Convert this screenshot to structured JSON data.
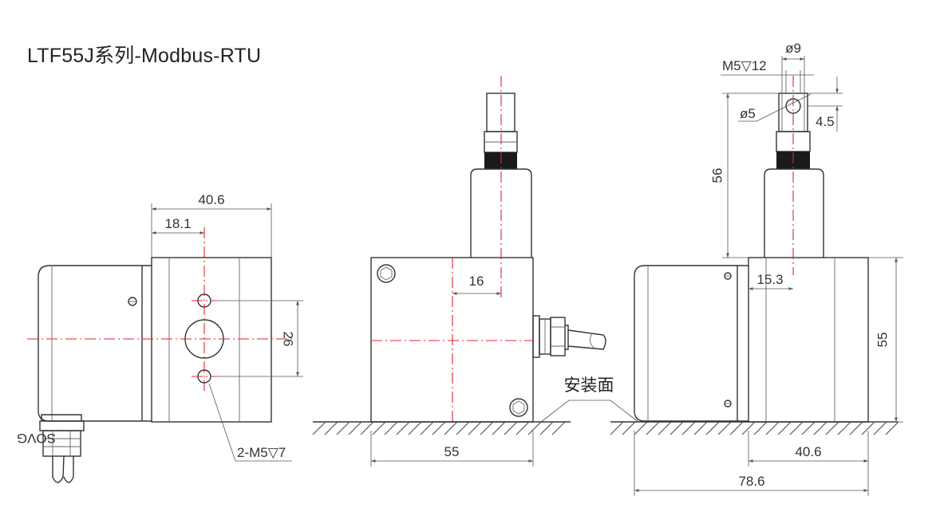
{
  "title": "LTF55J系列-Modbus-RTU",
  "mounting_label": "安装面",
  "cable_marking": "SOVG",
  "front_view": {
    "dim_total_width": "40.6",
    "dim_hole_offset": "18.1",
    "dim_hole_spacing": "26",
    "dim_thread": "2-M5▽7"
  },
  "side_view": {
    "dim_axis_offset": "16",
    "dim_base_width": "55"
  },
  "right_view": {
    "dim_thread": "M5▽12",
    "dim_rod_dia": "ø9",
    "dim_hole_dia": "ø5",
    "dim_hole_pos": "4.5",
    "dim_rod_height": "56",
    "dim_axis_offset": "15.3",
    "dim_height": "55",
    "dim_body_width": "40.6",
    "dim_total_length": "78.6"
  }
}
